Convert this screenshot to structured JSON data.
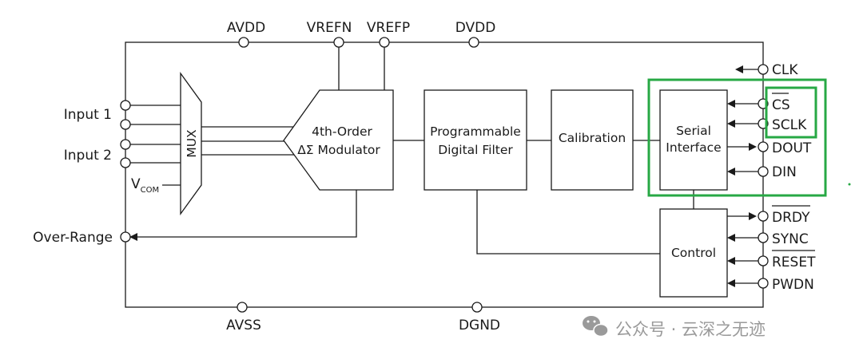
{
  "supply_pins": {
    "avdd": "AVDD",
    "vrefn": "VREFN",
    "vrefp": "VREFP",
    "dvdd": "DVDD",
    "avss": "AVSS",
    "dgnd": "DGND"
  },
  "inputs": {
    "input1": "Input 1",
    "input2": "Input 2",
    "vcom_main": "V",
    "vcom_sub": "COM",
    "over_range": "Over-Range"
  },
  "blocks": {
    "mux": "MUX",
    "modulator_line1": "4th-Order",
    "modulator_line2": "ΔΣ Modulator",
    "filter_line1": "Programmable",
    "filter_line2": "Digital Filter",
    "calibration": "Calibration",
    "serial_line1": "Serial",
    "serial_line2": "Interface",
    "control": "Control"
  },
  "digital_pins": {
    "clk": "CLK",
    "cs": "CS",
    "sclk": "SCLK",
    "dout": "DOUT",
    "din": "DIN",
    "drdy": "DRDY",
    "sync": "SYNC",
    "reset": "RESET",
    "pwdn": "PWDN"
  },
  "colors": {
    "highlight": "#27a844",
    "line": "#1a1a1a",
    "watermark": "#9a9a9a"
  },
  "watermark": {
    "icon": "wechat-icon",
    "text": "公众号 · 云深之无迹"
  }
}
